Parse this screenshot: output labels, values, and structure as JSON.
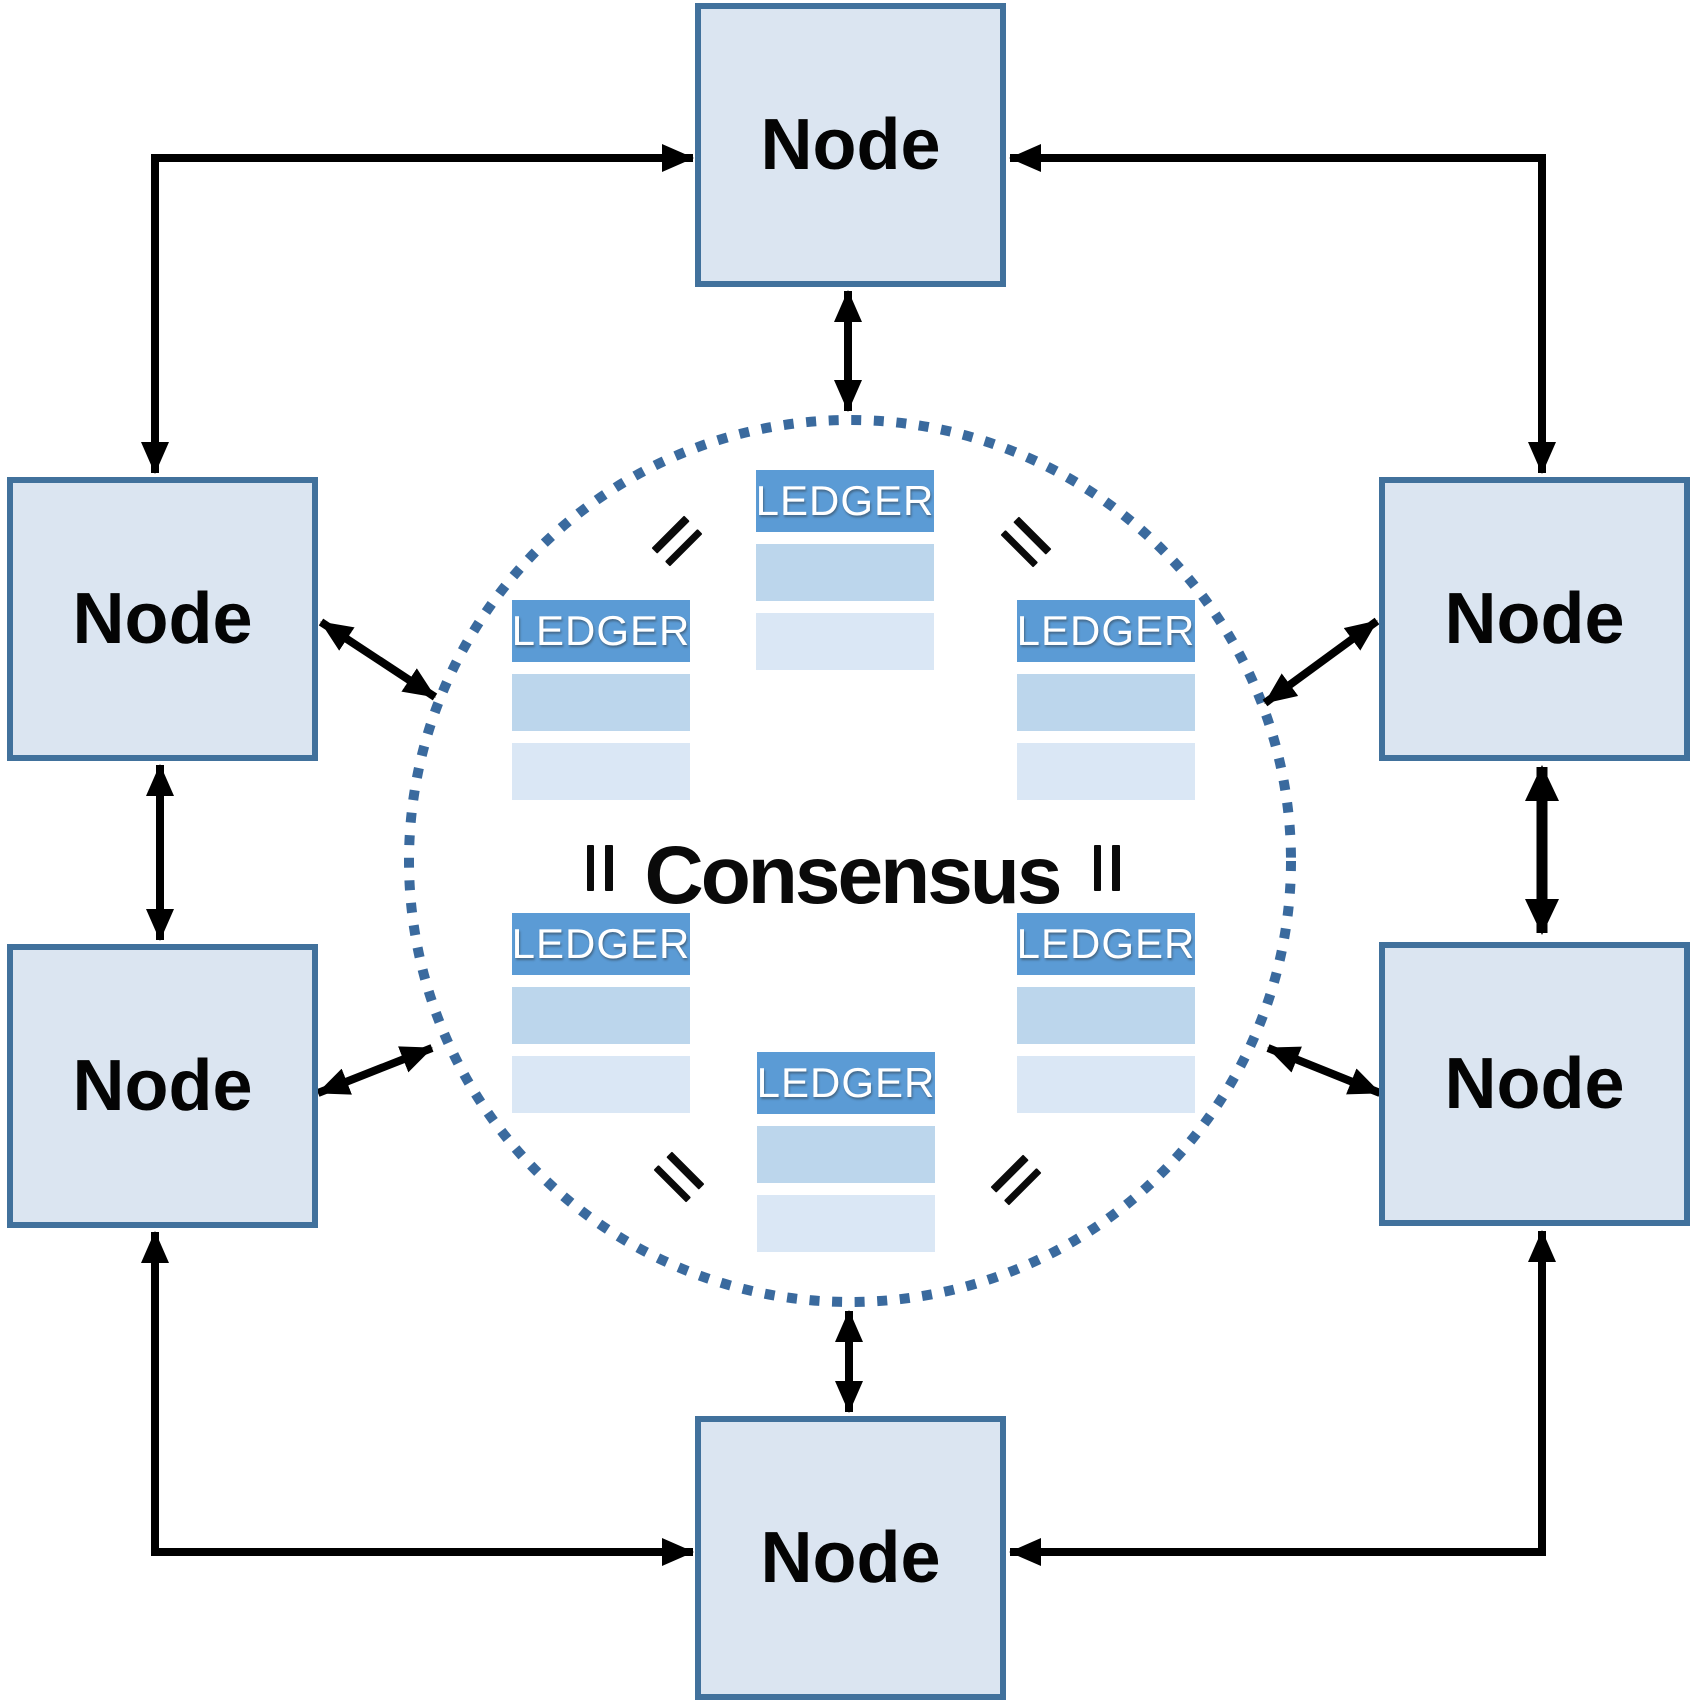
{
  "diagram": {
    "consensus_label": "Consensus",
    "nodes": [
      {
        "id": "top",
        "label": "Node"
      },
      {
        "id": "left-upper",
        "label": "Node"
      },
      {
        "id": "left-lower",
        "label": "Node"
      },
      {
        "id": "right-upper",
        "label": "Node"
      },
      {
        "id": "right-lower",
        "label": "Node"
      },
      {
        "id": "bottom",
        "label": "Node"
      }
    ],
    "ledgers": [
      {
        "id": "top-center",
        "label": "LEDGER"
      },
      {
        "id": "upper-left",
        "label": "LEDGER"
      },
      {
        "id": "upper-right",
        "label": "LEDGER"
      },
      {
        "id": "lower-left",
        "label": "LEDGER"
      },
      {
        "id": "lower-right",
        "label": "LEDGER"
      },
      {
        "id": "bottom-center",
        "label": "LEDGER"
      }
    ],
    "colors": {
      "ledger_header": "#5B9BD5",
      "ledger_row_medium": "#BCD6EC",
      "ledger_row_light": "#DAE7F5",
      "node_fill": "#DBE5F1",
      "node_border": "#41719C",
      "circle_dot": "#3A6A9E",
      "connector": "#000000"
    }
  }
}
